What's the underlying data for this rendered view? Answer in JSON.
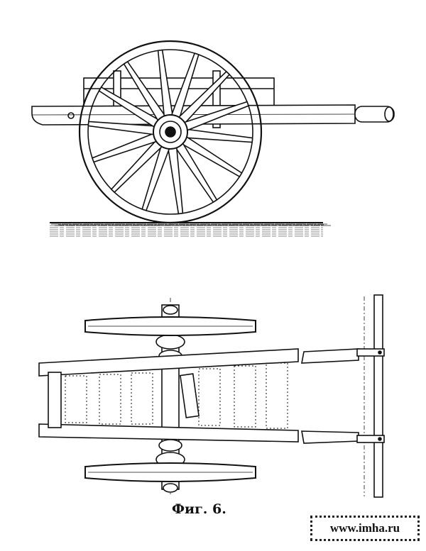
{
  "figure": {
    "caption": "Фиг. 6.",
    "watermark": "www.imha.ru",
    "views": [
      "side-view",
      "top-view",
      "pole-detail"
    ],
    "ink_color": "#111111",
    "paper_color": "#ffffff"
  }
}
